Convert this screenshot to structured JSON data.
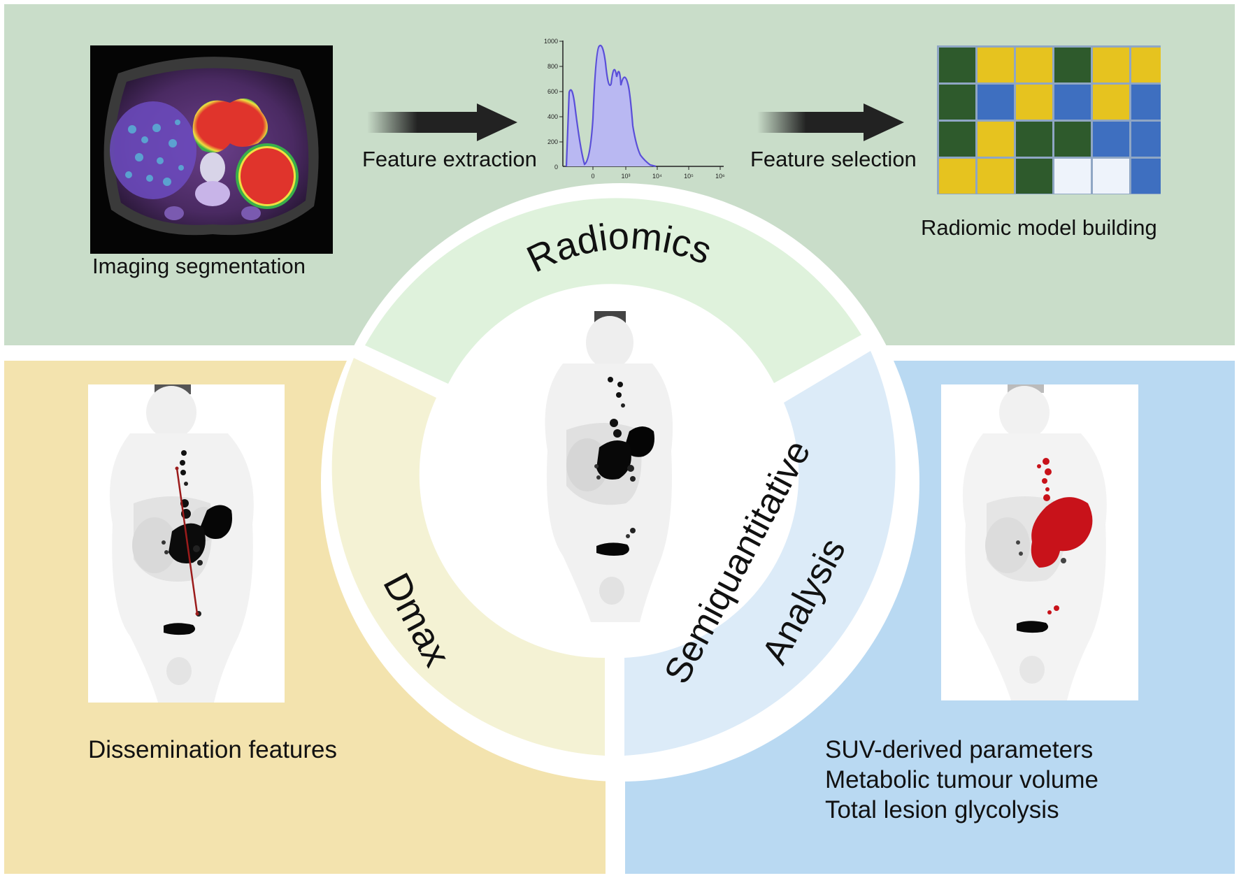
{
  "top_panel": {
    "segmentation_label": "Imaging segmentation",
    "extraction_label": "Feature extraction",
    "selection_label": "Feature selection",
    "model_label": "Radiomic model building",
    "histogram": {
      "y_ticks": [
        "1000",
        "800",
        "600",
        "400",
        "200",
        "0"
      ],
      "x_ticks": [
        "0",
        "10³",
        "10⁴",
        "10⁵",
        "10⁶"
      ],
      "fill_color": "#b9b8f2",
      "line_color": "#5a4fd8"
    },
    "matrix": {
      "colors": {
        "G": "#2e5a2c",
        "Y": "#e6c31f",
        "B": "#3e6fc0",
        "W": "#eef3fb"
      },
      "rows": [
        [
          "G",
          "Y",
          "Y",
          "G",
          "Y",
          "Y"
        ],
        [
          "G",
          "B",
          "Y",
          "B",
          "Y",
          "B"
        ],
        [
          "G",
          "Y",
          "G",
          "G",
          "B",
          "B"
        ],
        [
          "Y",
          "Y",
          "G",
          "W",
          "W",
          "B"
        ]
      ]
    }
  },
  "wheel": {
    "radiomics_label": "Radiomics",
    "dmax_label": "Dmax",
    "semi_line1": "Semiquantitative",
    "semi_line2": "Analysis",
    "radiomics_color": "#dff2dc",
    "dmax_color": "#f4f2d4",
    "semi_color": "#dcebf8"
  },
  "left_panel": {
    "label": "Dissemination features",
    "line_color": "#9b1b1b"
  },
  "right_panel": {
    "lines": [
      "SUV-derived parameters",
      "Metabolic tumour volume",
      "Total lesion glycolysis"
    ],
    "highlight_color": "#c8121a"
  },
  "colors": {
    "top_panel": "#c9ddc9",
    "left_panel": "#f3e3ae",
    "right_panel": "#b9d9f2"
  }
}
